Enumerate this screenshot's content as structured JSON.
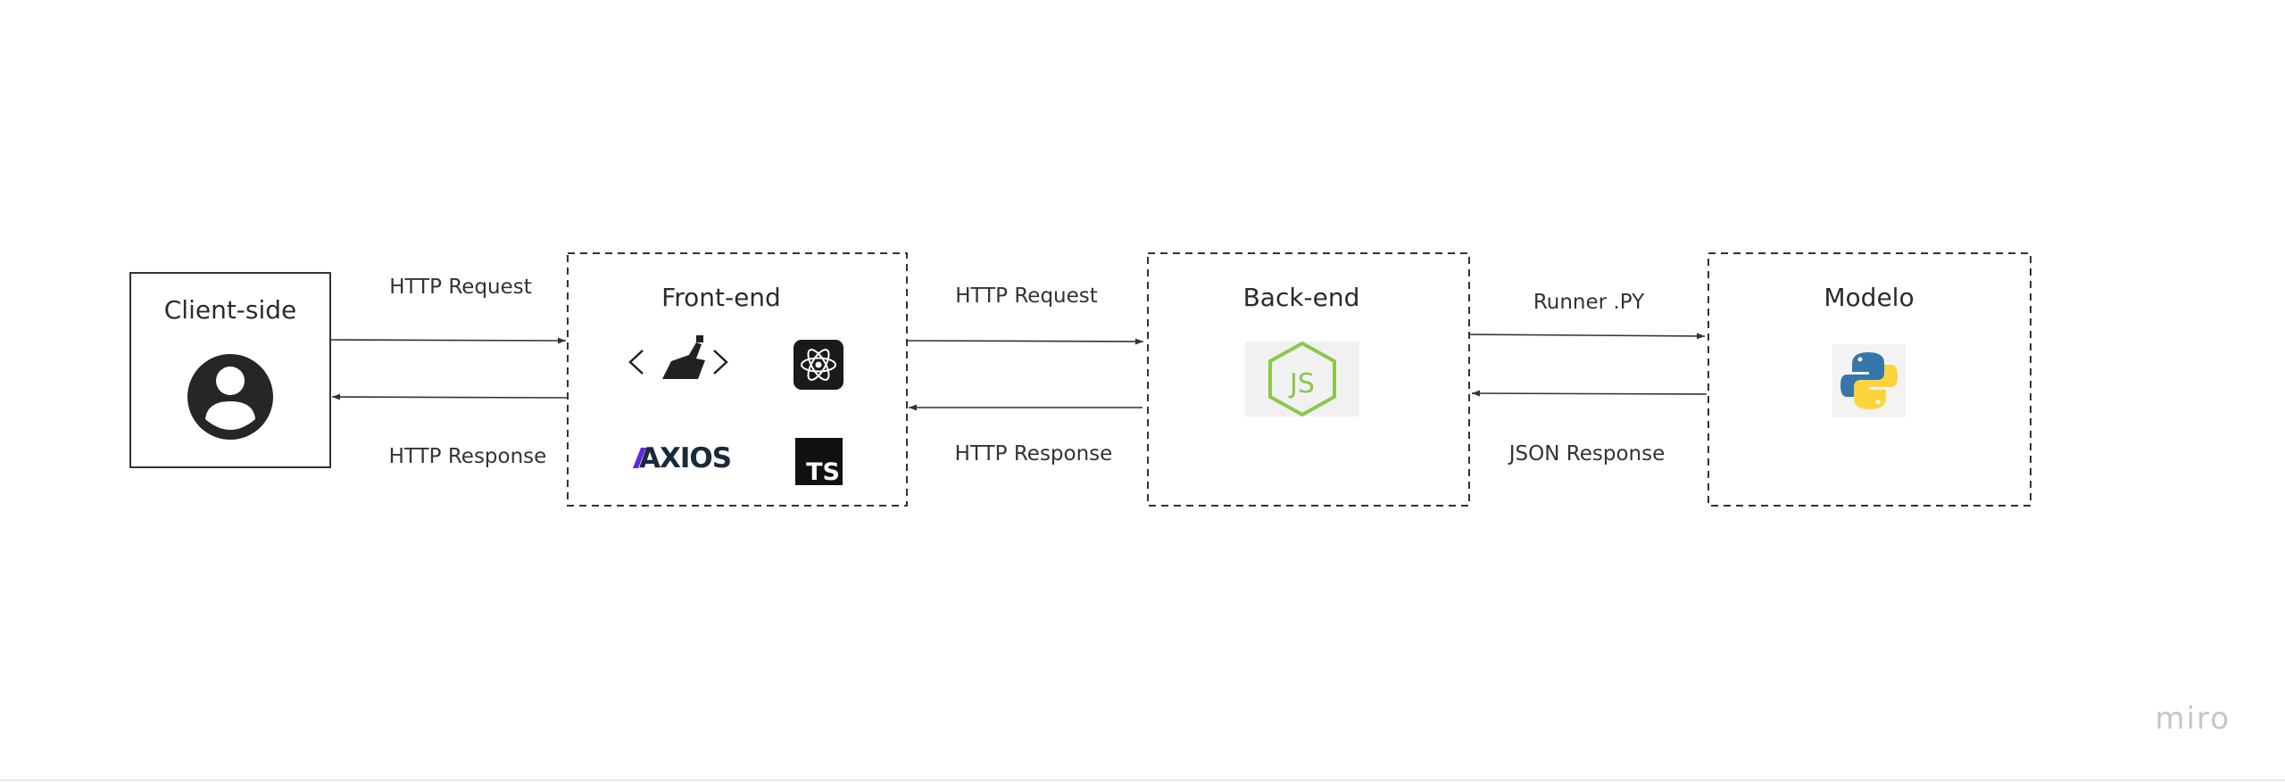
{
  "nodes": {
    "client": {
      "title": "Client-side"
    },
    "frontend": {
      "title": "Front-end",
      "logos": [
        "AXIOS",
        "TS"
      ]
    },
    "backend": {
      "title": "Back-end",
      "logos": [
        "JS"
      ]
    },
    "modelo": {
      "title": "Modelo"
    }
  },
  "edges": {
    "client_to_frontend": "HTTP Request",
    "frontend_to_client": "HTTP Response",
    "frontend_to_backend": "HTTP Request",
    "backend_to_frontend": "HTTP Response",
    "backend_to_modelo": "Runner .PY",
    "modelo_to_backend": "JSON Response"
  },
  "watermark": "miro",
  "icons": {
    "client": "user-avatar-icon",
    "frontend": [
      "html-code-icon",
      "react-icon",
      "axios-logo",
      "typescript-logo"
    ],
    "backend": [
      "nodejs-icon"
    ],
    "modelo": [
      "python-icon"
    ]
  },
  "colors": {
    "stroke": "#333333",
    "nodejs": "#8cc84b",
    "axios": "#5a29e4",
    "python_blue": "#3776ab",
    "python_yellow": "#ffd43b"
  }
}
